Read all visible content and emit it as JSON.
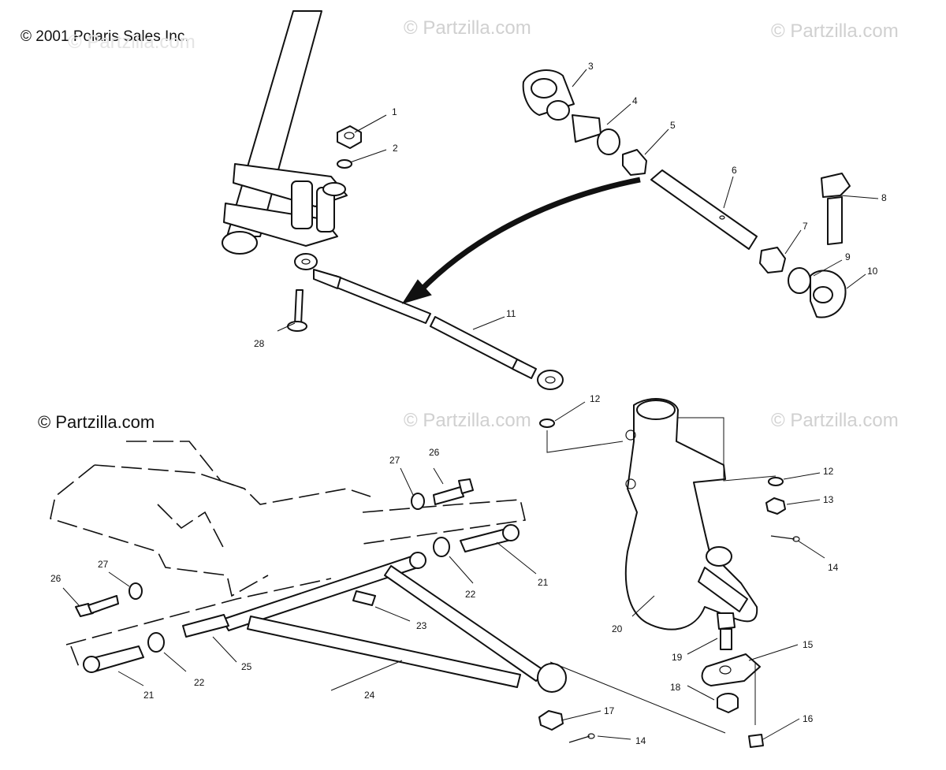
{
  "copyright": "© 2001 Polaris Sales Inc.",
  "watermarks": [
    "© Partzilla.com",
    "© Partzilla.com",
    "© Partzilla.com",
    "© Partzilla.com",
    "© Partzilla.com"
  ],
  "watermark_main": "© Partzilla.com",
  "callouts": [
    "1",
    "2",
    "3",
    "4",
    "5",
    "6",
    "7",
    "8",
    "9",
    "10",
    "11",
    "12",
    "12",
    "13",
    "14",
    "14",
    "15",
    "16",
    "17",
    "18",
    "19",
    "20",
    "21",
    "21",
    "22",
    "22",
    "23",
    "24",
    "25",
    "26",
    "26",
    "27",
    "27",
    "28"
  ]
}
